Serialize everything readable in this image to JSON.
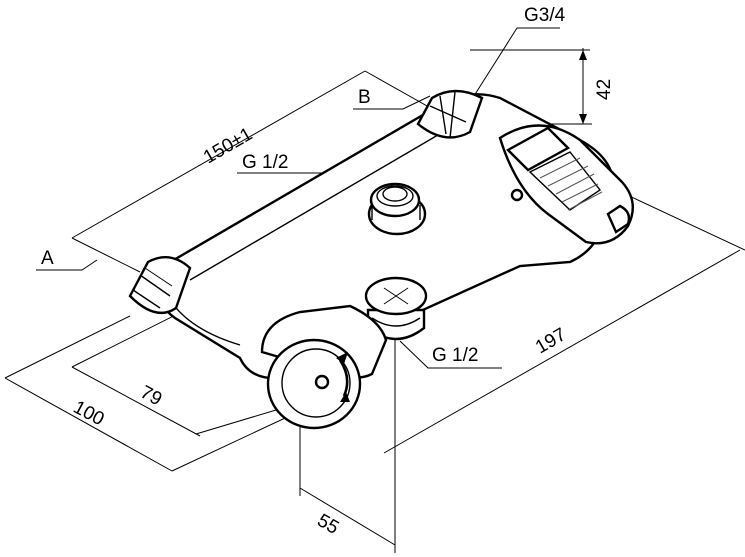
{
  "labels": {
    "g34": "G3/4",
    "dim42": "42",
    "b": "B",
    "dim150": "150±1",
    "g12_top": "G 1/2",
    "a": "A",
    "dim197": "197",
    "g12_bottom": "G 1/2",
    "dim79": "79",
    "dim100": "100",
    "dim55": "55"
  },
  "colors": {
    "line": "#000000",
    "background": "#ffffff"
  }
}
